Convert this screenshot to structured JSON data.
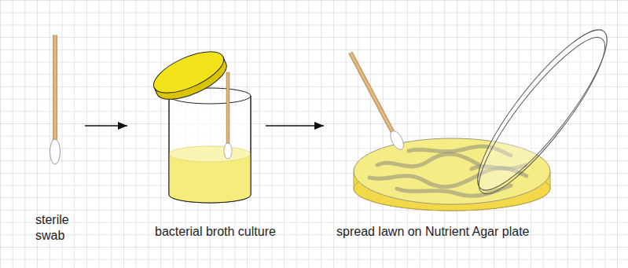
{
  "diagram": {
    "nodes": [
      {
        "text": [
          "sterile swab"
        ]
      },
      {
        "text": [
          "bacterial broth culture"
        ]
      },
      {
        "text": [
          "spread lawn on Nutrient Agar plate"
        ]
      }
    ],
    "edges": [
      {
        "from": 0,
        "to": 1,
        "arrow": "to"
      },
      {
        "from": 1,
        "to": 2,
        "arrow": "to"
      }
    ]
  }
}
